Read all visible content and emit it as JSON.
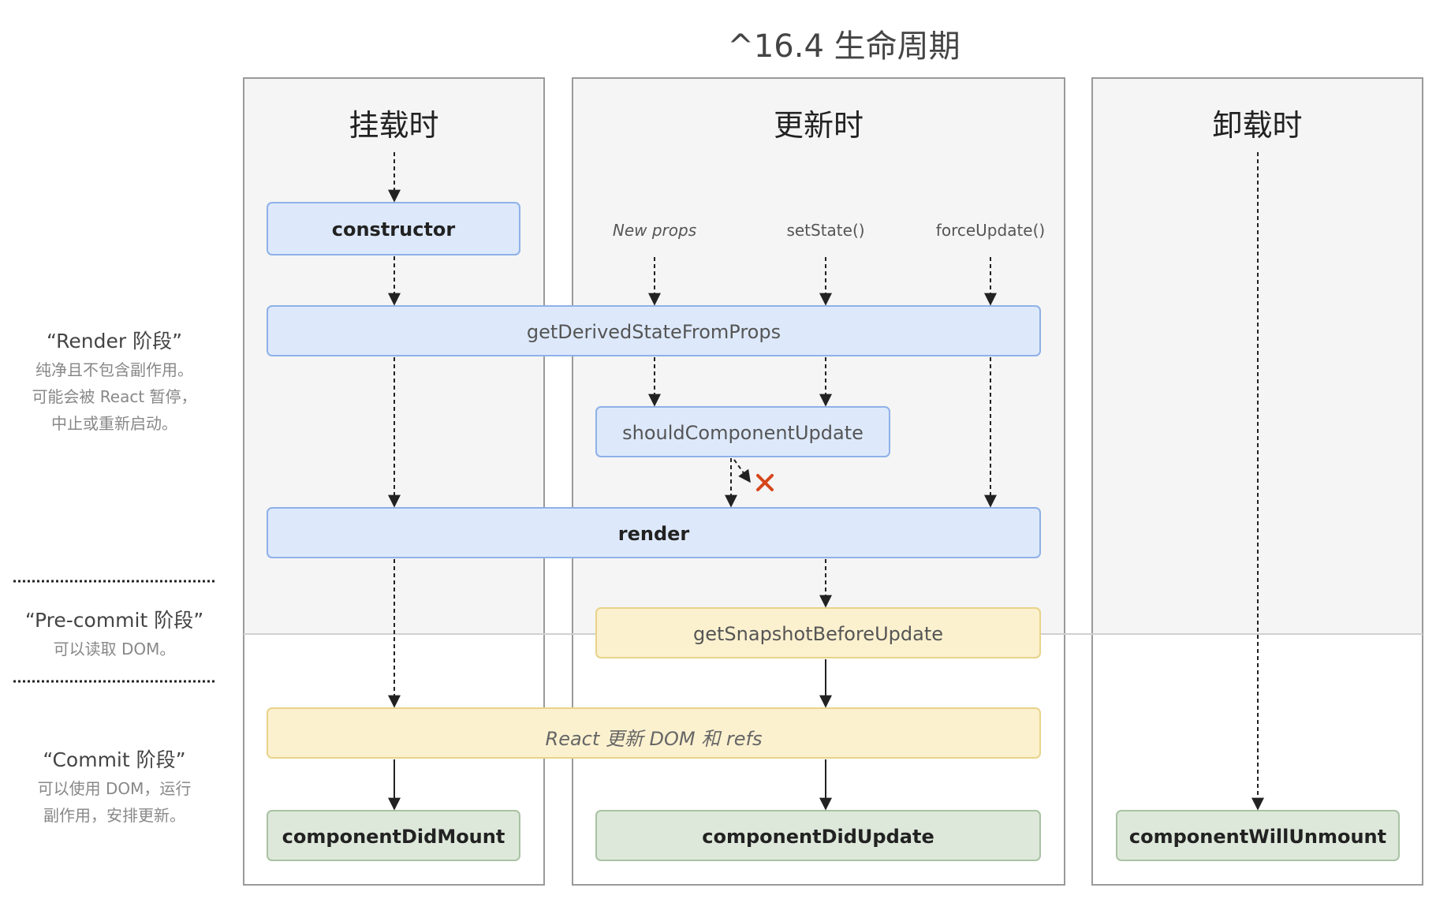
{
  "title": "^16.4 生命周期",
  "phases": {
    "mounting": {
      "title": "挂载时"
    },
    "updating": {
      "title": "更新时"
    },
    "unmounting": {
      "title": "卸载时"
    }
  },
  "triggers": {
    "new_props": "New props",
    "set_state": "setState()",
    "force_update": "forceUpdate()"
  },
  "methods": {
    "constructor": "constructor",
    "get_derived_state_from_props": "getDerivedStateFromProps",
    "should_component_update": "shouldComponentUpdate",
    "render": "render",
    "get_snapshot_before_update": "getSnapshotBeforeUpdate",
    "react_updates_dom": "React 更新 DOM 和 refs",
    "component_did_mount": "componentDidMount",
    "component_did_update": "componentDidUpdate",
    "component_will_unmount": "componentWillUnmount"
  },
  "stages": {
    "render": {
      "label": "“Render 阶段”",
      "desc_lines": [
        "纯净且不包含副作用。",
        "可能会被 React 暂停，",
        "中止或重新启动。"
      ]
    },
    "pre_commit": {
      "label": "“Pre-commit 阶段”",
      "desc_lines": [
        "可以读取 DOM。"
      ]
    },
    "commit": {
      "label": "“Commit 阶段”",
      "desc_lines": [
        "可以使用 DOM，运行",
        "副作用，安排更新。"
      ]
    }
  },
  "colors": {
    "blue_fill": "#dde9fb",
    "blue_border": "#8fb1e8",
    "yellow_fill": "#fcf1cf",
    "yellow_border": "#e8d38a",
    "green_fill": "#dde8da",
    "green_border": "#a9c2a4",
    "panel_fill": "#f5f5f5",
    "panel_border": "#9a9a9a",
    "cancel_mark": "#d6451b"
  }
}
